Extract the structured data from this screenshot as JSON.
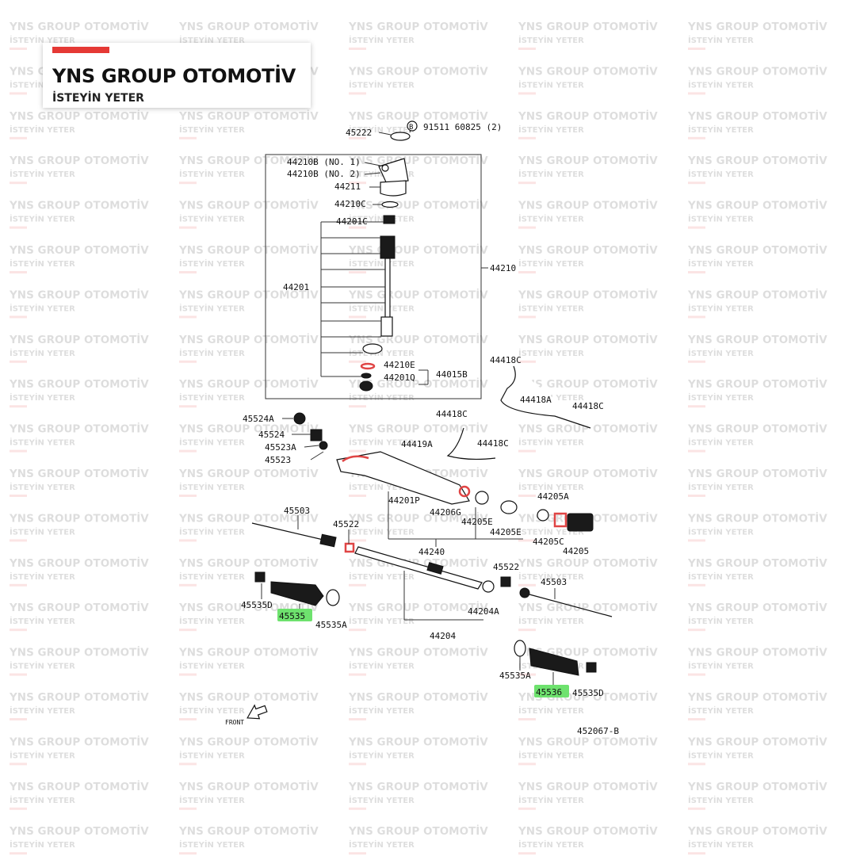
{
  "brand": {
    "title": "YNS GROUP OTOMOTİV",
    "subtitle": "İSTEYİN YETER",
    "accent": "#e53935"
  },
  "watermark": {
    "line1": "YNS GROUP OTOMOTİV",
    "line2": "İSTEYİN YETER"
  },
  "labels": {
    "p45222": "45222",
    "ref_b": "B",
    "p91511": "91511  60825 (2)",
    "p44210b1": "44210B (NO. 1)",
    "p44210b2": "44210B (NO. 2)",
    "p44211": "44211",
    "p44210c": "44210C",
    "p44201c": "44201C",
    "p44210": "44210",
    "p44201": "44201",
    "p44210e": "44210E",
    "p44201q": "44201Q",
    "p44015b": "44015B",
    "p44418c_a": "44418C",
    "p44418a": "44418A",
    "p44418c_b": "44418C",
    "p44418c_c": "44418C",
    "p44419a": "44419A",
    "p44418c_d": "44418C",
    "p45524a": "45524A",
    "p45524": "45524",
    "p45523a": "45523A",
    "p45523": "45523",
    "p44201p": "44201P",
    "p44206g": "44206G",
    "p44205e_a": "44205E",
    "p44205e_b": "44205E",
    "p44205a": "44205A",
    "p44205c": "44205C",
    "p44205": "44205",
    "p45503_l": "45503",
    "p45522_l": "45522",
    "p44240": "44240",
    "p45522_r": "45522",
    "p45503_r": "45503",
    "p45535d_l": "45535D",
    "p45535": "45535",
    "p45535a_l": "45535A",
    "p44204a": "44204A",
    "p44204": "44204",
    "p45535a_r": "45535A",
    "p45536": "45536",
    "p45535d_r": "45535D",
    "front": "FRONT",
    "code": "452067-B"
  },
  "colors": {
    "highlight": "#6ee26e",
    "ink": "#111111",
    "seal": "#e04545"
  }
}
